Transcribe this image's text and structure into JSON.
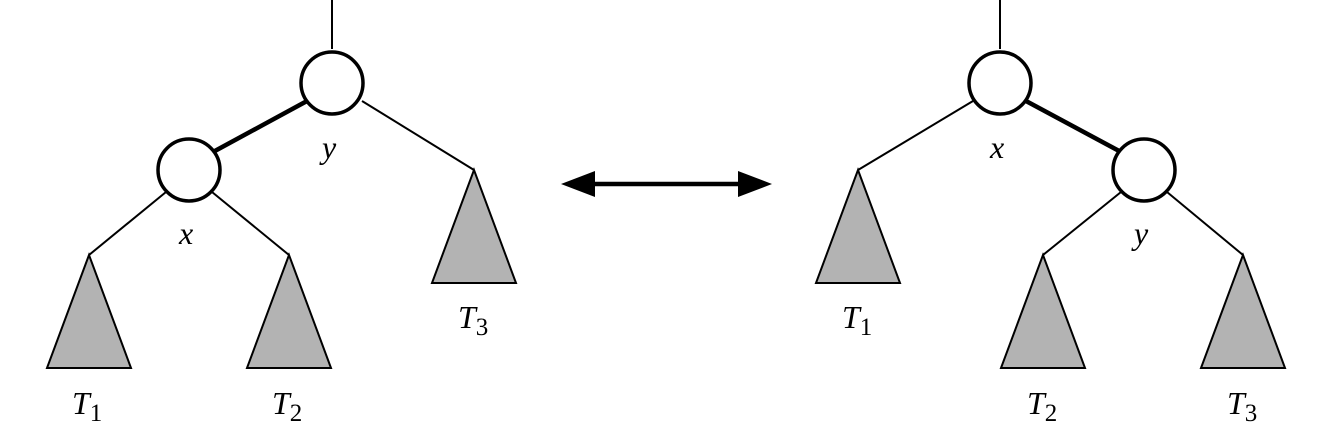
{
  "colors": {
    "subtree_fill": "#b3b3b3",
    "node_fill": "#ffffff",
    "stroke": "#000000"
  },
  "left_tree": {
    "root_label": "y",
    "child_label": "x",
    "subtrees": [
      {
        "name": "T",
        "sub": "1"
      },
      {
        "name": "T",
        "sub": "2"
      },
      {
        "name": "T",
        "sub": "3"
      }
    ]
  },
  "right_tree": {
    "root_label": "x",
    "child_label": "y",
    "subtrees": [
      {
        "name": "T",
        "sub": "1"
      },
      {
        "name": "T",
        "sub": "2"
      },
      {
        "name": "T",
        "sub": "3"
      }
    ]
  },
  "arrow": {
    "direction": "bidirectional"
  }
}
